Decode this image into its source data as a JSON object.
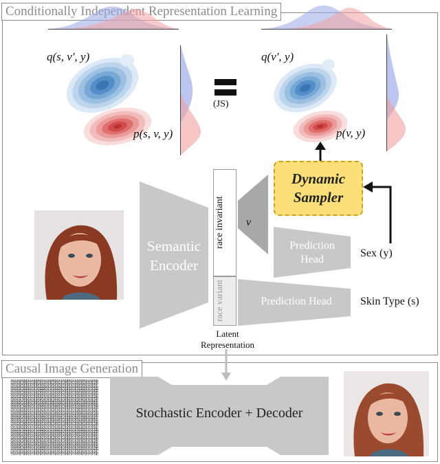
{
  "top_panel": {
    "title": "Conditionally Independent Representation Learning"
  },
  "bottom_panel": {
    "title": "Causal Image Generation"
  },
  "distributions": {
    "q_left": "q(s, v′, y)",
    "p_left": "p(s, v, y)",
    "q_right": "q(v′, y)",
    "p_right": "p(v, y)"
  },
  "equality": {
    "js_label": "(JS)"
  },
  "encoder": {
    "label_line1": "Semantic",
    "label_line2": "Encoder"
  },
  "latent": {
    "race_invariant_label": "race invariant",
    "race_variant_label": "race variant",
    "caption_line1": "Latent",
    "caption_line2": "Representation",
    "v_symbol": "v"
  },
  "sampler": {
    "label_line1": "Dynamic",
    "label_line2": "Sampler"
  },
  "heads": {
    "prediction_head_short_line1": "Prediction",
    "prediction_head_short_line2": "Head",
    "prediction_head_long": "Prediction Head",
    "sex_label": "Sex (y)",
    "skin_label": "Skin Type (s)"
  },
  "decoder": {
    "label": "Stochastic Encoder + Decoder"
  },
  "colors": {
    "panel_border": "#8a8a8a",
    "gray_block": "#c8c8c8",
    "sampler_fill": "#fbe07a",
    "sampler_border": "#c9a21e",
    "blue_density": "#3a7dbf",
    "red_density": "#d23a3a"
  },
  "icons": {
    "face_image": "portrait-photo",
    "noise_image": "gaussian-noise"
  }
}
